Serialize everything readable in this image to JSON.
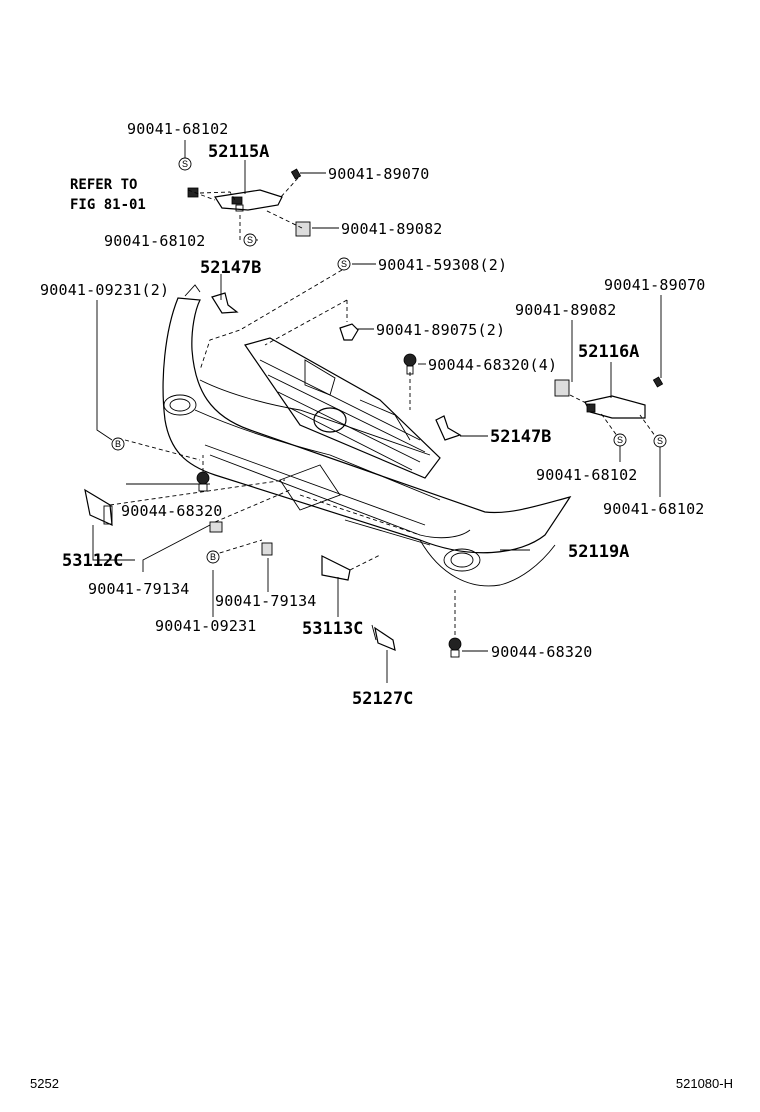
{
  "labels": {
    "p90041_68102_a": "90041-68102",
    "p52115a": "52115A",
    "p90041_89070_a": "90041-89070",
    "refer_line1": "REFER TO",
    "refer_line2": "FIG 81-01",
    "p90041_89082_a": "90041-89082",
    "p90041_68102_b": "90041-68102",
    "p52147b_a": "52147B",
    "p90041_59308": "90041-59308(2)",
    "p90041_09231_2": "90041-09231(2)",
    "p90041_89070_b": "90041-89070",
    "p90041_89082_b": "90041-89082",
    "p90041_89075": "90041-89075(2)",
    "p52116a": "52116A",
    "p90044_68320_4": "90044-68320(4)",
    "p52147b_b": "52147B",
    "p90041_68102_c": "90041-68102",
    "p90044_68320_a": "90044-68320",
    "p90041_68102_d": "90041-68102",
    "p53112c": "53112C",
    "p52119a": "52119A",
    "p90041_79134_a": "90041-79134",
    "p90041_79134_b": "90041-79134",
    "p90041_09231": "90041-09231",
    "p53113c": "53113C",
    "p90044_68320_b": "90044-68320",
    "p52127c": "52127C"
  },
  "symbols": {
    "s": "S",
    "b": "B"
  },
  "footer": {
    "left": "5252",
    "right": "521080-H"
  }
}
